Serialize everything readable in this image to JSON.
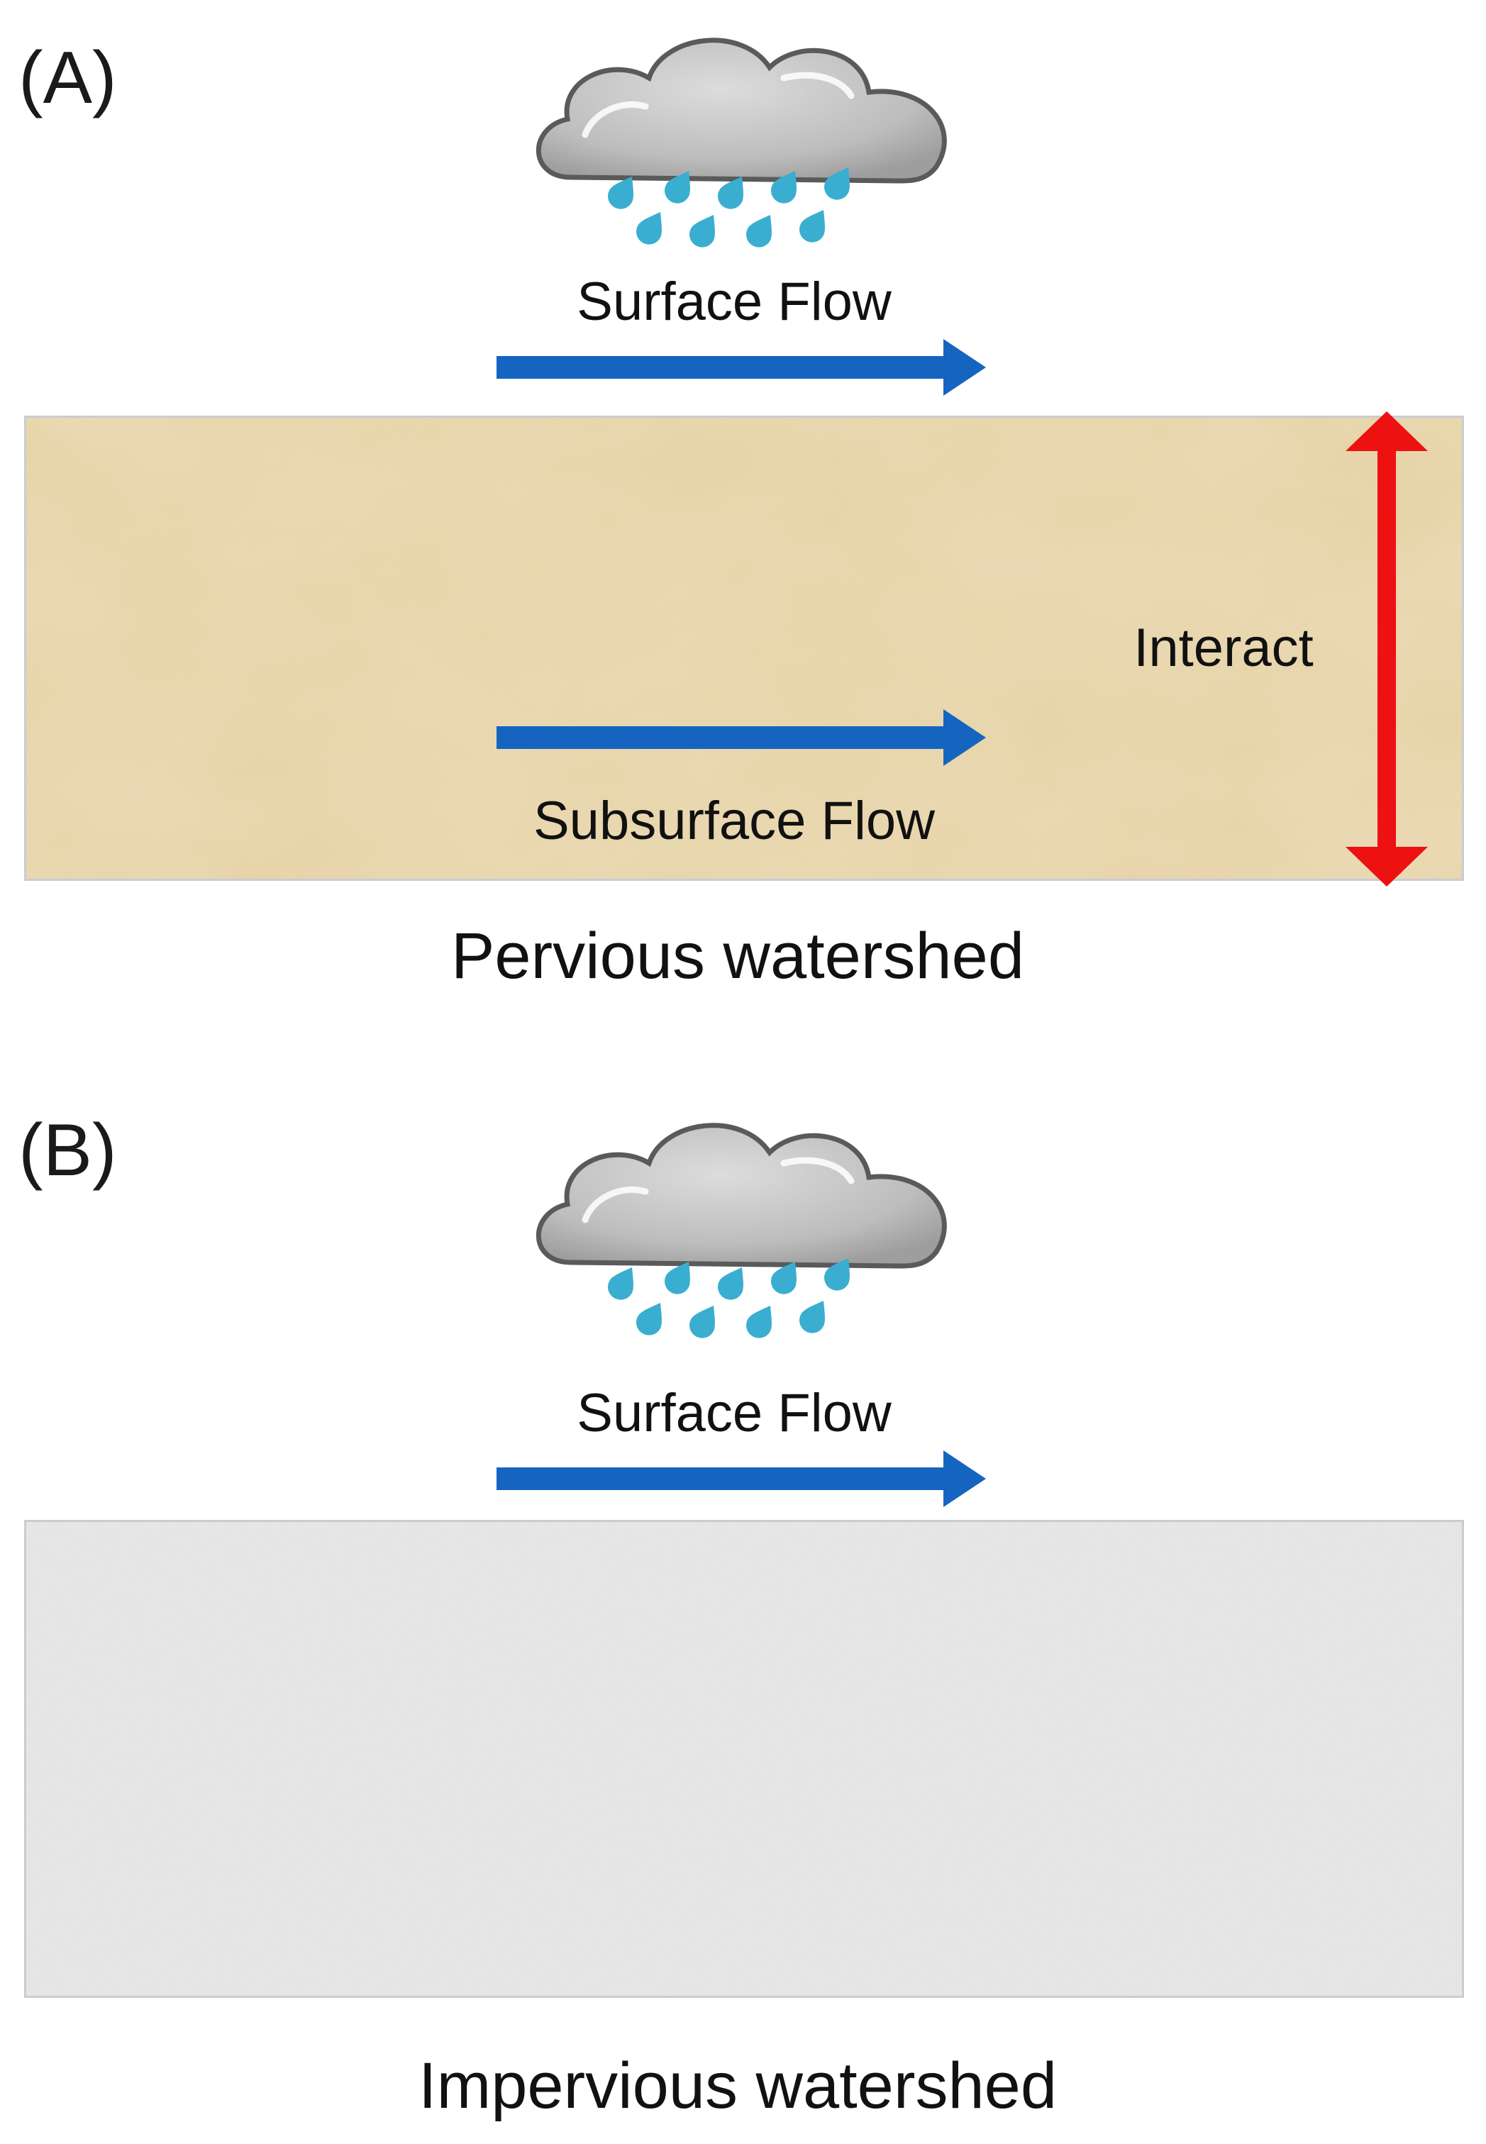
{
  "panel_a": {
    "label": "(A)",
    "surface_flow": "Surface Flow",
    "subsurface_flow": "Subsurface Flow",
    "interact": "Interact",
    "caption": "Pervious watershed"
  },
  "panel_b": {
    "label": "(B)",
    "surface_flow": "Surface Flow",
    "caption": "Impervious watershed"
  },
  "colors": {
    "flow_arrow": "#1565c0",
    "interact_arrow": "#ee1111",
    "cloud": "#bdbdbd",
    "raindrop": "#3aaed0",
    "soil": "#e6d2a6",
    "pavement": "#e9e9e9"
  },
  "icons": [
    "cloud-icon",
    "raindrop-icon",
    "arrow-right-icon",
    "double-arrow-vertical-icon"
  ]
}
